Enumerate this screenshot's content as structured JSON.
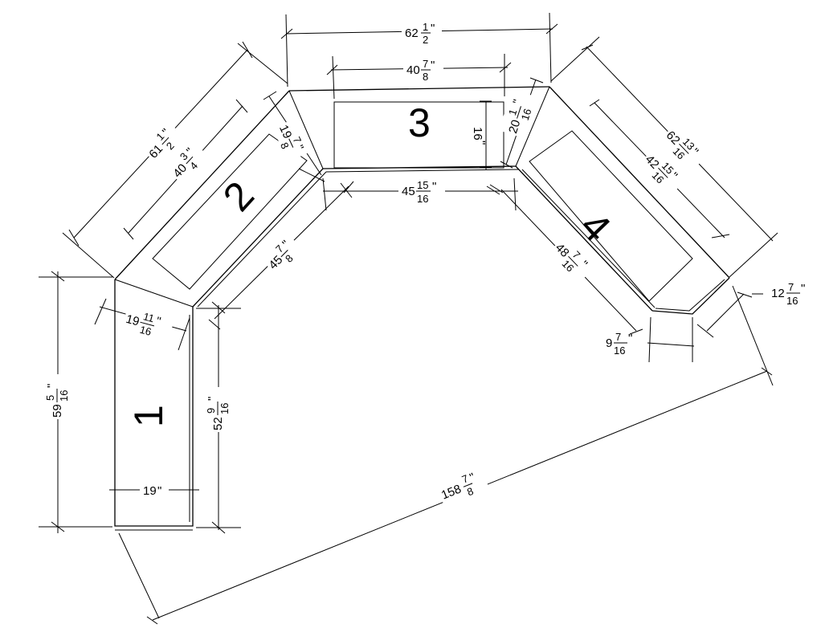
{
  "sections": [
    {
      "number": "1"
    },
    {
      "number": "2"
    },
    {
      "number": "3"
    },
    {
      "number": "4"
    }
  ],
  "dimensions": {
    "top_overall": {
      "whole": "62",
      "num": "1",
      "den": "2",
      "unit": "\""
    },
    "top_inner": {
      "whole": "40",
      "num": "7",
      "den": "8",
      "unit": "\""
    },
    "s3_depth": {
      "whole": "16",
      "unit": "\""
    },
    "s3_corner": {
      "whole": "20",
      "num": "1",
      "den": "16",
      "unit": "\""
    },
    "s3_front": {
      "whole": "45",
      "num": "15",
      "den": "16",
      "unit": "\""
    },
    "s2_back": {
      "whole": "61",
      "num": "1",
      "den": "2",
      "unit": "\""
    },
    "s2_inner": {
      "whole": "40",
      "num": "3",
      "den": "4",
      "unit": "\""
    },
    "s2_corner": {
      "whole": "19",
      "num": "7",
      "den": "8",
      "unit": "\""
    },
    "s2_front": {
      "whole": "45",
      "num": "7",
      "den": "8",
      "unit": "\""
    },
    "s4_back": {
      "whole": "62",
      "num": "13",
      "den": "16",
      "unit": "\""
    },
    "s4_inner": {
      "whole": "42",
      "num": "15",
      "den": "16",
      "unit": "\""
    },
    "s4_front": {
      "whole": "48",
      "num": "7",
      "den": "16",
      "unit": "\""
    },
    "s4_end": {
      "whole": "12",
      "num": "7",
      "den": "16",
      "unit": "\""
    },
    "s4_clip": {
      "whole": "9",
      "num": "7",
      "den": "16",
      "unit": "\""
    },
    "s1_corner": {
      "whole": "19",
      "num": "11",
      "den": "16",
      "unit": "\""
    },
    "s1_back": {
      "whole": "59",
      "num": "5",
      "den": "16",
      "unit": "\""
    },
    "s1_front": {
      "whole": "52",
      "num": "9",
      "den": "16",
      "unit": "\""
    },
    "s1_width": {
      "whole": "19",
      "unit": "\""
    },
    "overall_span": {
      "whole": "158",
      "num": "7",
      "den": "8",
      "unit": "\""
    }
  }
}
